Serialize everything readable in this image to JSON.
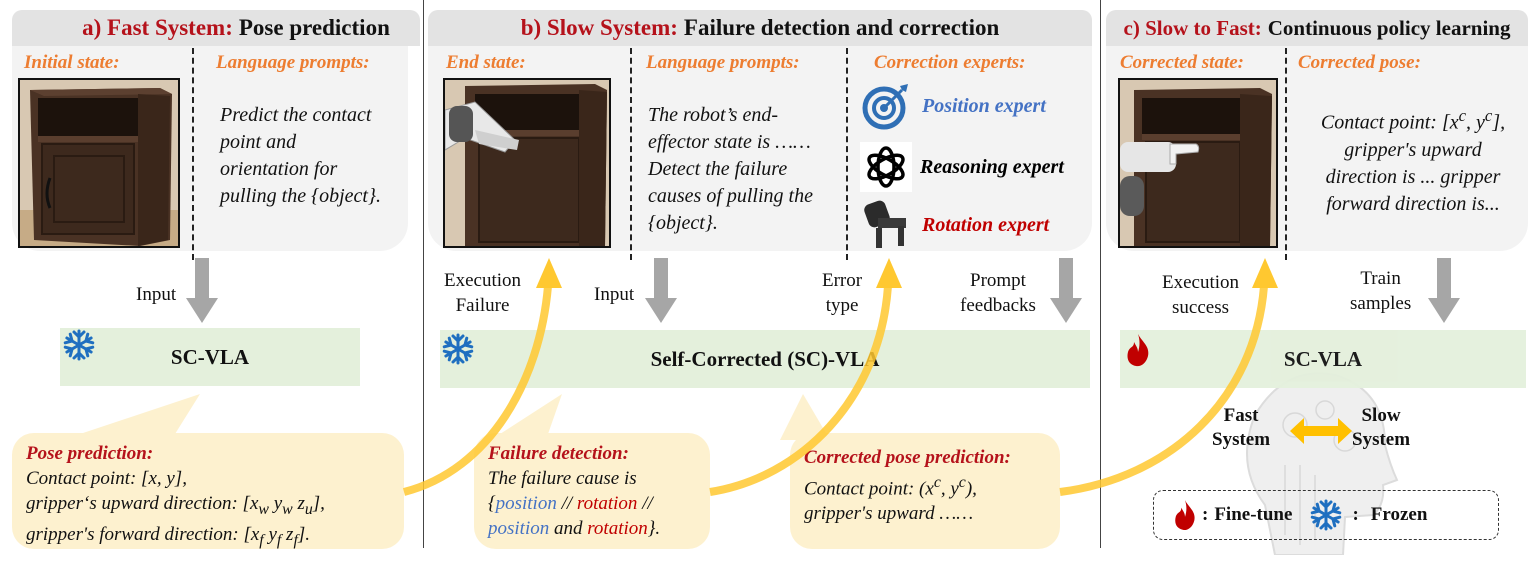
{
  "panel_a": {
    "title_prefix": "a) Fast System:",
    "title_rest": "Pose prediction",
    "left_label": "Initial state:",
    "right_label": "Language prompts:",
    "prompt_lines": [
      "Predict the contact",
      "point and",
      "orientation for",
      "pulling the {object}."
    ],
    "input_label": "Input",
    "model_name": "SC-VLA",
    "model_status_icon": "snowflake-icon",
    "bubble": {
      "title": "Pose prediction:",
      "line1": "Contact point: [x, y],",
      "line2": "gripper‘s upward direction: [x",
      "line2_sub1": "w",
      "line2_mid1": " y",
      "line2_sub2": "w",
      "line2_mid2": " z",
      "line2_sub3": "u",
      "line2_end": "],",
      "line3": "gripper's forward direction: [x",
      "line3_sub1": "f",
      "line3_mid1": " y",
      "line3_sub2": "f",
      "line3_mid2": " z",
      "line3_sub3": "f",
      "line3_end": "]."
    }
  },
  "panel_b": {
    "title_prefix": "b) Slow System:",
    "title_rest": "Failure detection and correction",
    "col1_label": "End state:",
    "col2_label": "Language prompts:",
    "col3_label": "Correction experts:",
    "prompt_lines": [
      "The robot’s end-",
      "effector state is ……",
      "Detect the failure",
      "causes of pulling the",
      "{object}."
    ],
    "experts": [
      {
        "icon": "target-icon",
        "label": "Position expert",
        "color": "#4472c4"
      },
      {
        "icon": "openai-logo-icon",
        "label": "Reasoning expert",
        "color": "#000000"
      },
      {
        "icon": "robot-gripper-icon",
        "label": "Rotation expert",
        "color": "#c00000"
      }
    ],
    "flow_labels": {
      "execution_failure": [
        "Execution",
        "Failure"
      ],
      "input": "Input",
      "error_type": [
        "Error",
        "type"
      ],
      "prompt_feedbacks": [
        "Prompt",
        "feedbacks"
      ]
    },
    "model_name": "Self-Corrected (SC)-VLA",
    "model_status_icon": "snowflake-icon",
    "bubble_failure": {
      "title": "Failure detection:",
      "line1": "The failure cause is",
      "open": "{",
      "pos1": "position",
      "sep1": " // ",
      "rot1": "rotation",
      "sep2": " //",
      "pos2": "position",
      "and": " and ",
      "rot2": "rotation",
      "close": "}."
    },
    "bubble_corrected": {
      "title": "Corrected pose prediction:",
      "line1_a": "Contact point: (x",
      "line1_sup1": "c",
      "line1_b": ", y",
      "line1_sup2": "c",
      "line1_c": "),",
      "line2": "gripper's upward ……"
    }
  },
  "panel_c": {
    "title_prefix": "c) Slow to Fast:",
    "title_rest": "Continuous policy learning",
    "left_label": "Corrected state:",
    "right_label": "Corrected pose:",
    "pose_line1_a": "Contact point: [x",
    "pose_line1_sup1": "c",
    "pose_line1_b": ", y",
    "pose_line1_sup2": "c",
    "pose_line1_c": "],",
    "pose_lines": [
      "gripper's upward",
      "direction  is ... gripper",
      "forward direction is..."
    ],
    "flow_labels": {
      "execution_success": [
        "Execution",
        "success"
      ],
      "train_samples": [
        "Train",
        "samples"
      ]
    },
    "model_name": "SC-VLA",
    "model_status_icon": "flame-icon",
    "fast_system": [
      "Fast",
      "System"
    ],
    "slow_system": [
      "Slow",
      "System"
    ],
    "legend": {
      "finetune_label": "Fine-tune",
      "frozen_label": "Frozen",
      "separator": ":"
    }
  },
  "colors": {
    "title_red": "#b5121b",
    "section_orange": "#ed7d31",
    "model_green": "#e4f0dc",
    "bubble_yellow": "#fdf1cf",
    "arrow_yellow": "#ffc830",
    "arrow_gray": "#a6a6a6",
    "blue": "#4472c4",
    "red": "#c00000"
  }
}
